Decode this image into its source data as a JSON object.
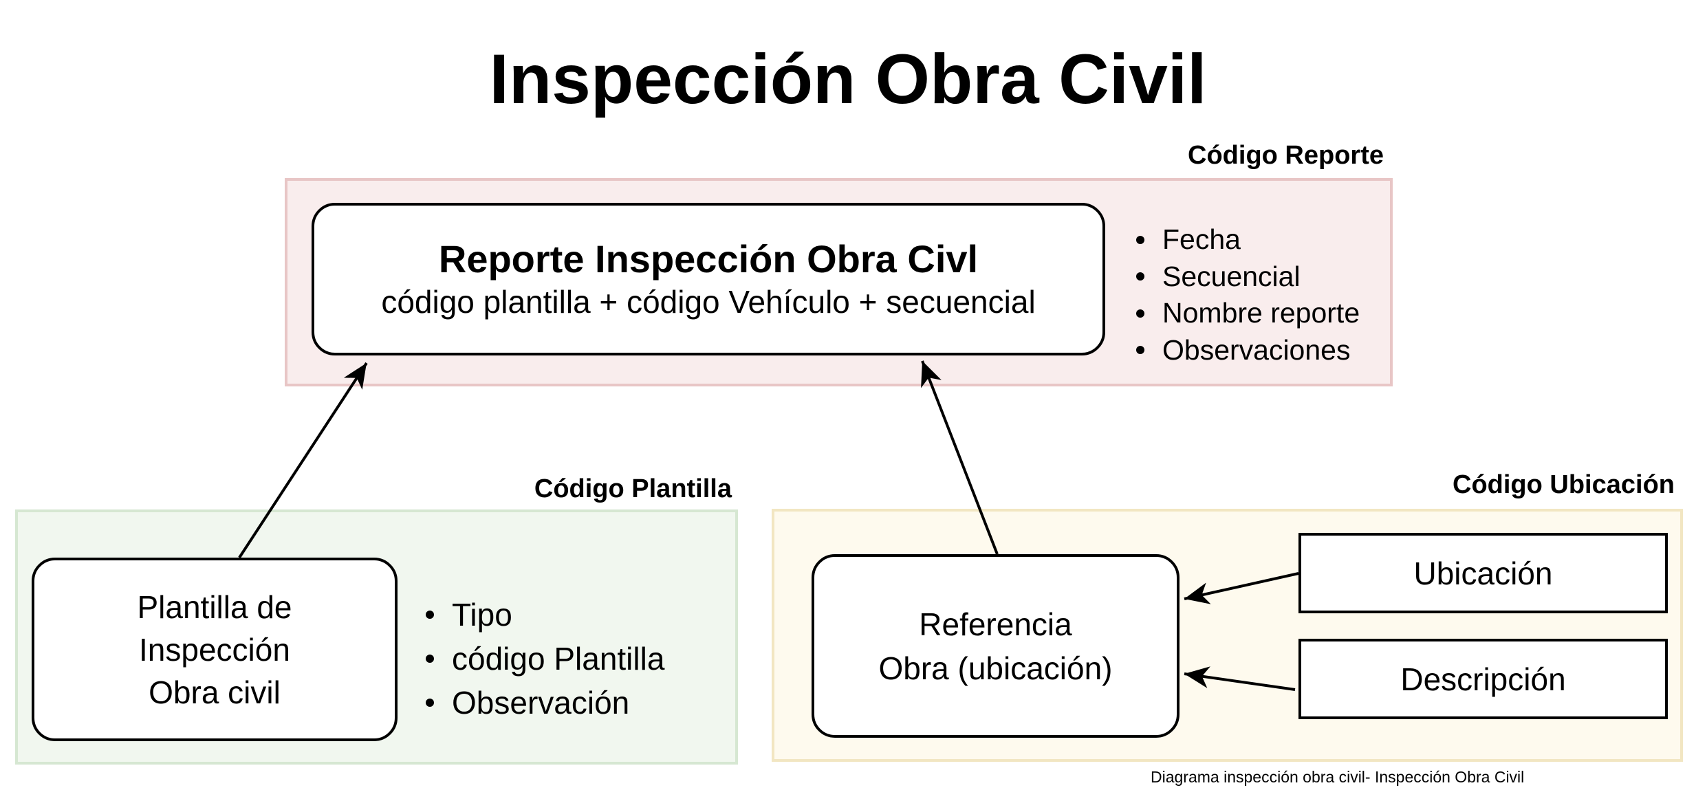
{
  "title": "Inspección Obra Civil",
  "colors": {
    "report_fill": "#f9eded",
    "report_border": "#e8c6c6",
    "template_fill": "#f1f7ef",
    "template_border": "#d6e7d2",
    "location_fill": "#fefaee",
    "location_border": "#f2e6c2"
  },
  "groups": {
    "report": {
      "label": "Código Reporte",
      "node_title": "Reporte Inspección Obra Civl",
      "node_subtitle": "código plantilla + código Vehículo + secuencial",
      "fields": [
        "Fecha",
        "Secuencial",
        "Nombre reporte",
        "Observaciones"
      ]
    },
    "template": {
      "label": "Código Plantilla",
      "node_lines": [
        "Plantilla de",
        "Inspección",
        "Obra civil"
      ],
      "fields": [
        "Tipo",
        "código Plantilla",
        "Observación"
      ]
    },
    "location": {
      "label": "Código Ubicación",
      "node_lines": [
        "Referencia",
        "Obra (ubicación)"
      ],
      "inputs": [
        "Ubicación",
        "Descripción"
      ]
    }
  },
  "caption": "Diagrama inspección obra civil- Inspección Obra Civil"
}
